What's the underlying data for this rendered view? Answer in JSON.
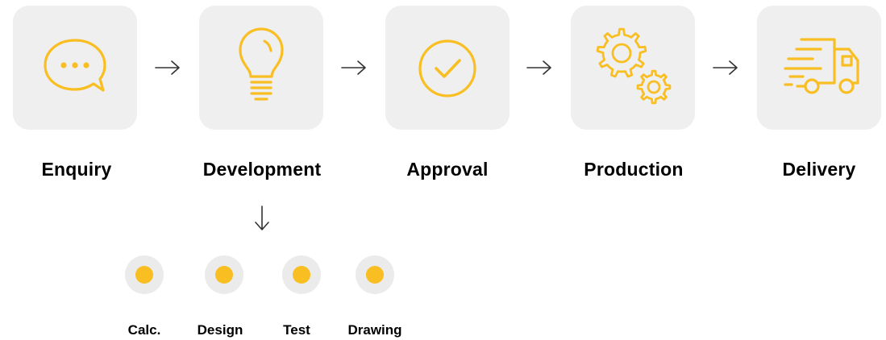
{
  "colors": {
    "accent": "#f8be22",
    "tile_background": "#efefef",
    "dot_background": "#ebebeb",
    "label_text": "#000000",
    "arrow": "#333333"
  },
  "steps": [
    {
      "label": "Enquiry",
      "icon": "speech-bubble-icon"
    },
    {
      "label": "Development",
      "icon": "lightbulb-icon"
    },
    {
      "label": "Approval",
      "icon": "checkmark-circle-icon"
    },
    {
      "label": "Production",
      "icon": "gears-icon"
    },
    {
      "label": "Delivery",
      "icon": "delivery-truck-icon"
    }
  ],
  "substeps": [
    {
      "label": "Calc."
    },
    {
      "label": "Design"
    },
    {
      "label": "Test"
    },
    {
      "label": "Drawing"
    }
  ]
}
